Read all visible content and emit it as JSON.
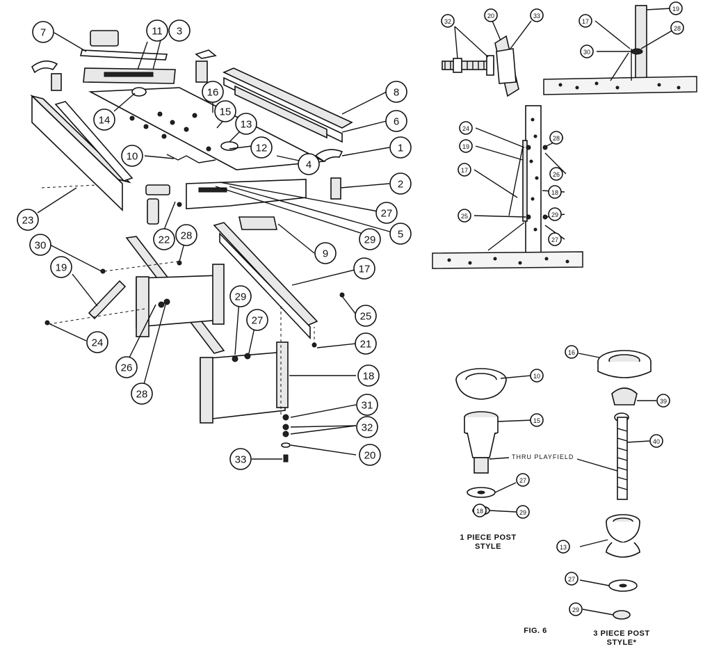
{
  "main_callouts": [
    {
      "id": "c7",
      "label": "7"
    },
    {
      "id": "c11",
      "label": "11"
    },
    {
      "id": "c3",
      "label": "3"
    },
    {
      "id": "c8",
      "label": "8"
    },
    {
      "id": "c6",
      "label": "6"
    },
    {
      "id": "c14",
      "label": "14"
    },
    {
      "id": "c16",
      "label": "16"
    },
    {
      "id": "c15",
      "label": "15"
    },
    {
      "id": "c13",
      "label": "13"
    },
    {
      "id": "c12",
      "label": "12"
    },
    {
      "id": "c10",
      "label": "10"
    },
    {
      "id": "c4",
      "label": "4"
    },
    {
      "id": "c1",
      "label": "1"
    },
    {
      "id": "c2",
      "label": "2"
    },
    {
      "id": "c23",
      "label": "23"
    },
    {
      "id": "c22",
      "label": "22"
    },
    {
      "id": "c28a",
      "label": "28"
    },
    {
      "id": "c27a",
      "label": "27"
    },
    {
      "id": "c5",
      "label": "5"
    },
    {
      "id": "c29a",
      "label": "29"
    },
    {
      "id": "c9",
      "label": "9"
    },
    {
      "id": "c30",
      "label": "30"
    },
    {
      "id": "c19",
      "label": "19"
    },
    {
      "id": "c17",
      "label": "17"
    },
    {
      "id": "c25",
      "label": "25"
    },
    {
      "id": "c24",
      "label": "24"
    },
    {
      "id": "c26",
      "label": "26"
    },
    {
      "id": "c28b",
      "label": "28"
    },
    {
      "id": "c29b",
      "label": "29"
    },
    {
      "id": "c27b",
      "label": "27"
    },
    {
      "id": "c21",
      "label": "21"
    },
    {
      "id": "c18",
      "label": "18"
    },
    {
      "id": "c31",
      "label": "31"
    },
    {
      "id": "c32",
      "label": "32"
    },
    {
      "id": "c20",
      "label": "20"
    },
    {
      "id": "c33",
      "label": "33"
    }
  ],
  "detail_callouts": [
    {
      "id": "d32",
      "label": "32"
    },
    {
      "id": "d20",
      "label": "20"
    },
    {
      "id": "d33",
      "label": "33"
    },
    {
      "id": "d17a",
      "label": "17"
    },
    {
      "id": "d19a",
      "label": "19"
    },
    {
      "id": "d28a",
      "label": "28"
    },
    {
      "id": "d30",
      "label": "30"
    },
    {
      "id": "d24",
      "label": "24"
    },
    {
      "id": "d28b",
      "label": "28"
    },
    {
      "id": "d19b",
      "label": "19"
    },
    {
      "id": "d26",
      "label": "26"
    },
    {
      "id": "d17b",
      "label": "17"
    },
    {
      "id": "d18",
      "label": "18"
    },
    {
      "id": "d25",
      "label": "25"
    },
    {
      "id": "d29",
      "label": "29"
    },
    {
      "id": "d27",
      "label": "27"
    },
    {
      "id": "p10",
      "label": "10"
    },
    {
      "id": "p15",
      "label": "15"
    },
    {
      "id": "p27a",
      "label": "27"
    },
    {
      "id": "p29a",
      "label": "29"
    },
    {
      "id": "p16",
      "label": "16"
    },
    {
      "id": "p39",
      "label": "39"
    },
    {
      "id": "p40",
      "label": "40"
    },
    {
      "id": "p13",
      "label": "13"
    },
    {
      "id": "p27b",
      "label": "27"
    },
    {
      "id": "p29b",
      "label": "29"
    },
    {
      "id": "p18",
      "label": "18"
    }
  ],
  "labels": {
    "thru_playfield": "THRU PLAYFIELD",
    "one_piece_line1": "1 PIECE POST",
    "one_piece_line2": "STYLE",
    "three_piece_line1": "3 PIECE POST",
    "three_piece_line2": "STYLE*",
    "fig": "FIG. 6"
  }
}
